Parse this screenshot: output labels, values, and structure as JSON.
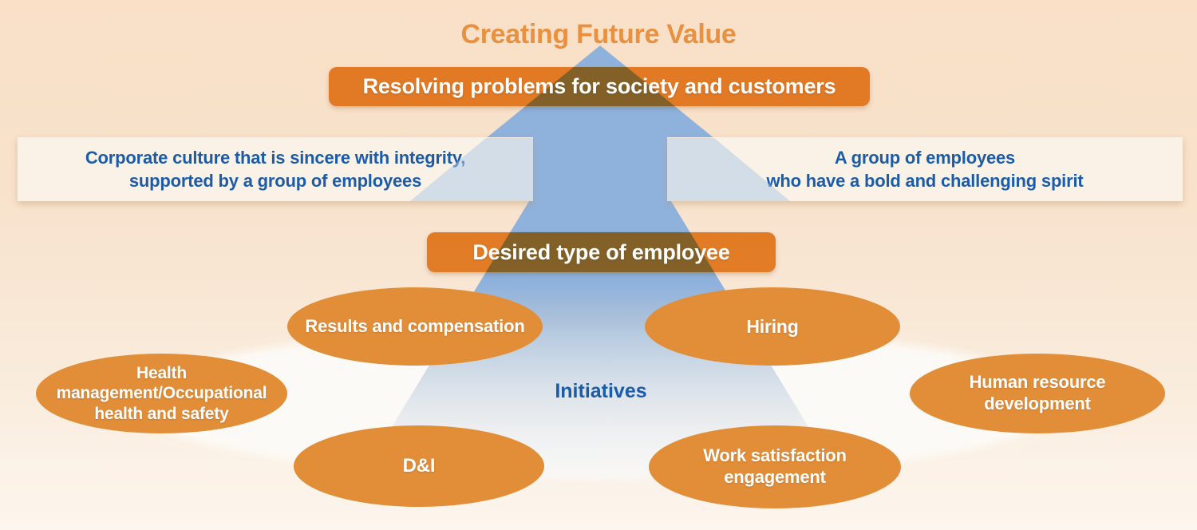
{
  "title": "Creating Future Value",
  "banners": {
    "top": "Resolving problems for society and customers",
    "middle": "Desired type of employee"
  },
  "culture_bars": {
    "left": {
      "line1": "Corporate culture that is sincere with integrity,",
      "line2": "supported by a group of employees"
    },
    "right": {
      "line1": "A group of employees",
      "line2": "who have a bold and challenging spirit"
    }
  },
  "initiatives": {
    "label": "Initiatives",
    "items": [
      {
        "id": "results",
        "lines": [
          "Results and compensation"
        ]
      },
      {
        "id": "hiring",
        "lines": [
          "Hiring"
        ]
      },
      {
        "id": "health",
        "lines": [
          "Health",
          "management/Occupational",
          "health and safety"
        ]
      },
      {
        "id": "hrd",
        "lines": [
          "Human resource",
          "development"
        ]
      },
      {
        "id": "di",
        "lines": [
          "D&I"
        ]
      },
      {
        "id": "work",
        "lines": [
          "Work satisfaction",
          "engagement"
        ]
      }
    ]
  },
  "colors": {
    "background_top": "#f9e0c7",
    "background_bottom": "#fdf6ee",
    "accent_orange": "#e28e39",
    "banner_orange": "#e8892e",
    "title_orange": "#e89140",
    "text_blue": "#1b5ca8",
    "arrow_blue": "#8fb2dc",
    "bar_cream": "#faf2e6",
    "platform_white": "#fdfbf8"
  }
}
